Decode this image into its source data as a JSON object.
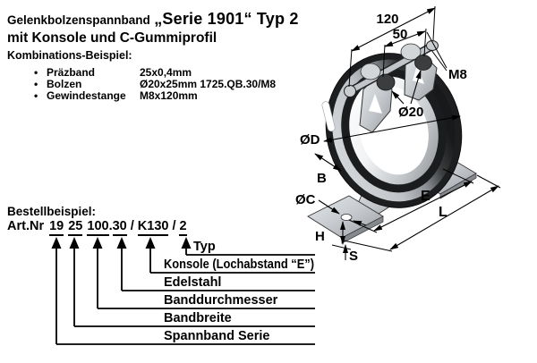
{
  "title": {
    "prefix": "Gelenkbolzenspannband",
    "emphasis": "„Serie 1901“ Typ 2",
    "line2": "mit Konsole und C-Gummiprofil"
  },
  "combination": {
    "heading": "Kombinations-Beispiel:",
    "bullet": "•",
    "items": [
      {
        "name": "Präzband",
        "value": "25x0,4mm"
      },
      {
        "name": "Bolzen",
        "value": "Ø20x25mm 1725.QB.30/M8"
      },
      {
        "name": "Gewindestange",
        "value": "M8x120mm"
      }
    ]
  },
  "order": {
    "heading": "Bestellbeispiel:",
    "prefix": "Art.Nr",
    "parts": {
      "series": "19",
      "width": "25",
      "diameter": "100",
      "dot": ".",
      "steel": "30",
      "slash1": "/",
      "console": "K130",
      "slash2": "/",
      "type": "2"
    },
    "callouts": [
      {
        "label": "Typ"
      },
      {
        "label": "Konsole (Lochabstand “E”)"
      },
      {
        "label": "Edelstahl"
      },
      {
        "label": "Banddurchmesser"
      },
      {
        "label": "Bandbreite"
      },
      {
        "label": "Spannband Serie"
      }
    ]
  },
  "diagram": {
    "dims": {
      "d120": "120",
      "d50": "50",
      "m8": "M8",
      "o20": "Ø20",
      "od": "ØD",
      "b": "B",
      "oc": "ØC",
      "h": "H",
      "s": "S",
      "e": "E",
      "l": "L"
    }
  }
}
